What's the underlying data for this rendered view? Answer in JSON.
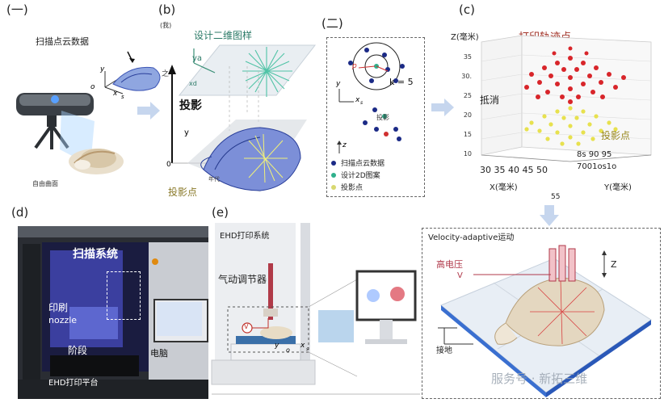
{
  "panel_a": {
    "label": "(一)",
    "title": "扫描点云数据",
    "surface_label": "自由曲面",
    "axis_x": "x",
    "axis_y": "y",
    "axis_o": "o",
    "axis_s": "s"
  },
  "panel_b": {
    "label": "(b)",
    "corner_note": "(我)",
    "design_label": "设计二维图样",
    "ya": "ya",
    "xd": "xd",
    "z_mark": "之",
    "projection_label": "投影",
    "y_axis": "y",
    "origin": "0",
    "tick_note": "年代",
    "projected_points": "投影点"
  },
  "panel_two": {
    "label": "(二)",
    "k_label": "k = 5",
    "p_label": "p",
    "y_axis": "y",
    "xs": "x",
    "s": "s",
    "zs": "z",
    "projection_small": "投影",
    "legend": [
      {
        "text": "扫描点云数据",
        "color": "#1b2a86"
      },
      {
        "text": "设计2D图案",
        "color": "#2fb08c"
      },
      {
        "text": "投影点",
        "color": "#d8d870"
      }
    ]
  },
  "panel_c": {
    "label": "(c)",
    "z_axis": "Z(毫米)",
    "title": "打印轨迹点",
    "cancel": "抵消",
    "projected": "投影点",
    "z_ticks": [
      "35",
      "30.",
      "25",
      "20",
      "15",
      "10"
    ],
    "x_ticks": "30 35 40 45 50",
    "y_ticks_1": "8s 90 95",
    "y_ticks_2": "7001os1o",
    "x_axis": "X(毫米)",
    "y_axis": "Y(毫米)",
    "y_value": "55"
  },
  "panel_d": {
    "label": "(d)",
    "scan_system": "扫描系统",
    "print": "印刷",
    "nozzle": "nozzle",
    "stage": "阶段",
    "computer": "电脑",
    "platform": "EHD打印平台"
  },
  "panel_e": {
    "label": "(e)",
    "ehd_system": "EHD打印系统",
    "regulator": "气动调节器",
    "v": "V",
    "y": "y",
    "x": "x",
    "s": "s",
    "o": "o"
  },
  "panel_f": {
    "title": "Velocity-adaptive运动",
    "high_voltage": "高电压",
    "v": "V",
    "z": "Z",
    "ground": "接地"
  },
  "watermark": "服务号 · 新拓三维"
}
